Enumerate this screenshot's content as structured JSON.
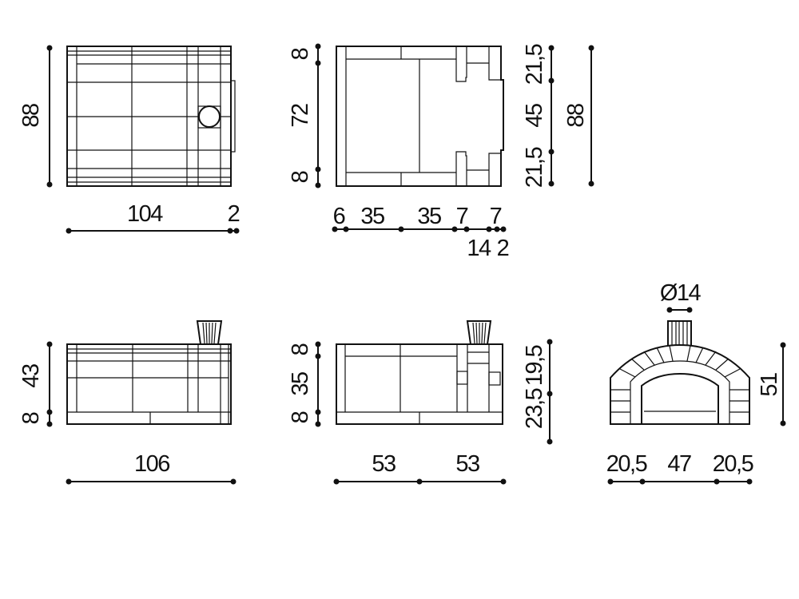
{
  "top_view": {
    "height": "88",
    "width_main": "104",
    "width_plate": "2"
  },
  "section_view": {
    "left_dims": [
      "8",
      "72",
      "8"
    ],
    "right_dims": [
      "21,5",
      "45",
      "21,5"
    ],
    "total_depth": "88",
    "bottom_dims_top": [
      "6",
      "35",
      "35",
      "7",
      "7"
    ],
    "bottom_dims_bottom": [
      "14",
      "2"
    ]
  },
  "side_view": {
    "heights": [
      "43",
      "8"
    ],
    "width": "106"
  },
  "side_section_view": {
    "left_dims": [
      "8",
      "35",
      "8"
    ],
    "right_dims": [
      "19,5",
      "23,5"
    ],
    "widths": [
      "53",
      "53"
    ]
  },
  "front_view": {
    "chimney_diameter": "Ø14",
    "height": "51",
    "widths": [
      "20,5",
      "47",
      "20,5"
    ]
  }
}
